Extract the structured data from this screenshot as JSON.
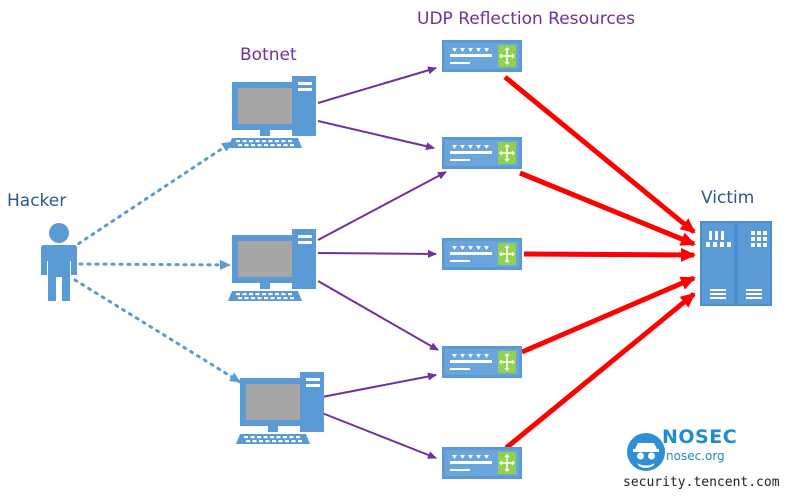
{
  "labels": {
    "hacker": "Hacker",
    "botnet": "Botnet",
    "reflectors": "UDP Reflection Resources",
    "victim": "Victim"
  },
  "watermark": {
    "brand": "NOSEC",
    "site": "nosec.org",
    "credit": "security.tencent.com"
  },
  "colors": {
    "device_blue": "#5b9bd5",
    "device_dark": "#2e75b6",
    "screen_gray": "#a6a6a6",
    "botnet_arrow": "#7030a0",
    "attack_arrow": "#ff0000",
    "hacker_link": "#5b9bd5",
    "switch_green": "#92d050"
  },
  "icons": [
    "person-icon",
    "computer-icon",
    "switch-icon",
    "server-icon",
    "nosec-logo-icon"
  ]
}
